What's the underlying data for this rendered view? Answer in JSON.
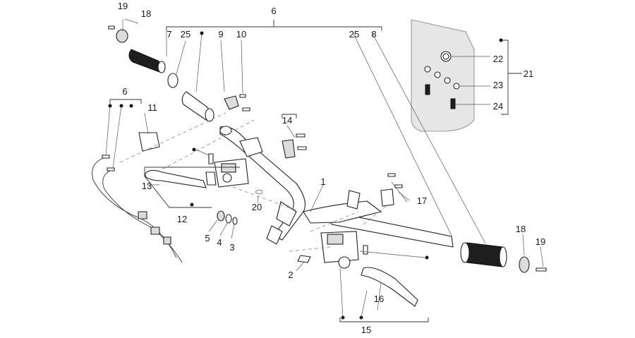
{
  "labels": {
    "l19a": "19",
    "l18a": "18",
    "l6a": "6",
    "l7": "7",
    "l25a": "25",
    "l9": "9",
    "l10": "10",
    "l25b": "25",
    "l8": "8",
    "l22": "22",
    "l21": "21",
    "l23": "23",
    "l24": "24",
    "l6b": "6",
    "l11": "11",
    "l14": "14",
    "l1": "1",
    "l13": "13",
    "l12": "12",
    "l20": "20",
    "l17": "17",
    "l5": "5",
    "l4": "4",
    "l3": "3",
    "l2": "2",
    "l18b": "18",
    "l19b": "19",
    "l16": "16",
    "l15": "15"
  }
}
